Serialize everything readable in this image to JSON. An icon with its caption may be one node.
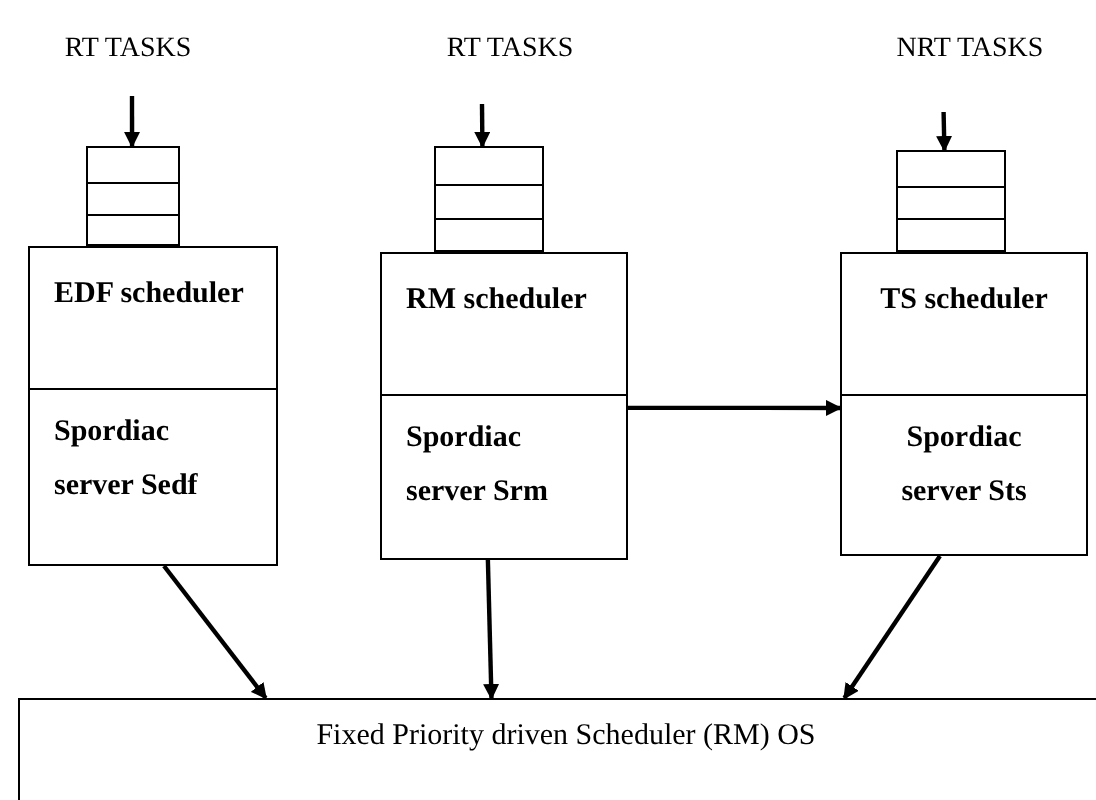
{
  "diagram": {
    "nodes": [
      {
        "text": [
          "RT TASKS"
        ]
      },
      {
        "text": [
          "RT TASKS"
        ]
      },
      {
        "text": [
          "NRT TASKS"
        ]
      },
      {
        "text": [],
        "shape": "box"
      },
      {
        "text": [],
        "shape": "box"
      },
      {
        "text": [],
        "shape": "box"
      },
      {
        "text": [
          "EDF scheduler",
          "Spordiac server Sedf"
        ]
      },
      {
        "text": [
          "RM scheduler",
          "Spordiac server Srm"
        ]
      },
      {
        "text": [
          "TS scheduler",
          "Spordiac server Sts"
        ]
      },
      {
        "text": [
          "Fixed Priority driven Scheduler (RM) OS"
        ]
      }
    ],
    "edges": [
      {
        "from": 0,
        "to": 3,
        "arrow": "to"
      },
      {
        "from": 1,
        "to": 4,
        "arrow": "to"
      },
      {
        "from": 2,
        "to": 5,
        "arrow": "to"
      },
      {
        "from": 7,
        "to": 8,
        "arrow": "to"
      },
      {
        "from": 6,
        "to": 9,
        "arrow": "to"
      },
      {
        "from": 7,
        "to": 9,
        "arrow": "to"
      },
      {
        "from": 8,
        "to": 9,
        "arrow": "to"
      }
    ]
  }
}
